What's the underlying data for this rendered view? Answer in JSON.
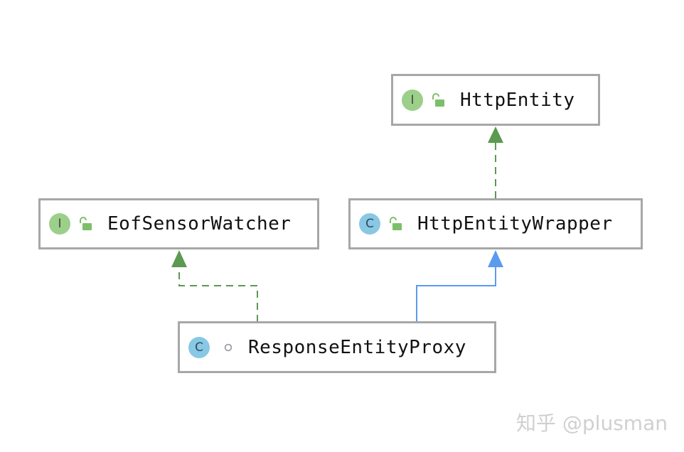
{
  "nodes": {
    "http_entity": {
      "kind": "I",
      "name": "HttpEntity"
    },
    "eof_sensor_watcher": {
      "kind": "I",
      "name": "EofSensorWatcher"
    },
    "http_entity_wrapper": {
      "kind": "C",
      "name": "HttpEntityWrapper"
    },
    "response_entity_proxy": {
      "kind": "C",
      "name": "ResponseEntityProxy"
    }
  },
  "edges": [
    {
      "from": "HttpEntityWrapper",
      "to": "HttpEntity",
      "relation": "implements",
      "style": "dashed",
      "color": "#5b9a50"
    },
    {
      "from": "ResponseEntityProxy",
      "to": "EofSensorWatcher",
      "relation": "implements",
      "style": "dashed",
      "color": "#5b9a50"
    },
    {
      "from": "ResponseEntityProxy",
      "to": "HttpEntityWrapper",
      "relation": "extends",
      "style": "solid",
      "color": "#5b9bef"
    }
  ],
  "icons": {
    "interface_badge": "I",
    "class_badge": "C",
    "public_visibility": "open-lock-icon",
    "package_private_visibility": "circle-icon"
  },
  "colors": {
    "interface_badge": "#9ccf8a",
    "class_badge": "#88c8e4",
    "implements_edge": "#5b9a50",
    "extends_edge": "#5b9bef"
  },
  "watermark": "知乎 @plusman"
}
